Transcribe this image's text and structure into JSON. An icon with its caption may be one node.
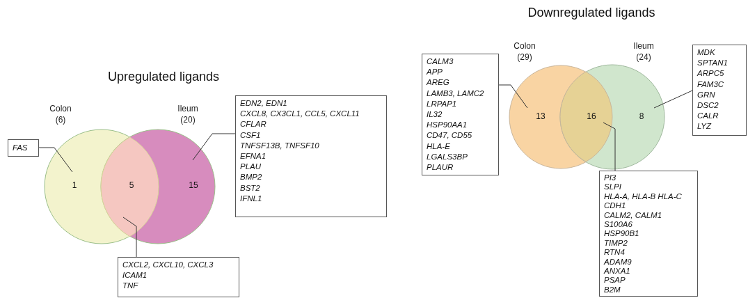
{
  "diagram": {
    "nodes": [
      {
        "text": [
          "FAS"
        ]
      },
      {
        "text": [
          "Colon (6)",
          "1"
        ]
      },
      {
        "text": [
          "5"
        ]
      },
      {
        "text": [
          "Ileum (20)",
          "15"
        ]
      },
      {
        "text": [
          "EDN2, EDN1",
          "CXCL8, CX3CL1, CCL5, CXCL11",
          "CFLAR",
          "CSF1",
          "TNFSF13B, TNFSF10",
          "EFNA1",
          "PLAU",
          "BMP2",
          "BST2",
          "IFNL1"
        ]
      },
      {
        "text": [
          "CXCL2, CXCL10, CXCL3",
          "ICAM1",
          "TNF"
        ]
      },
      {
        "text": [
          "CALM3",
          "APP",
          "AREG",
          "LAMB3, LAMC2",
          "LRPAP1",
          "IL32",
          "HSP90AA1",
          "CD47, CD55",
          "HLA-E",
          "LGALS3BP",
          "PLAUR"
        ]
      },
      {
        "text": [
          "Colon (29)",
          "13"
        ]
      },
      {
        "text": [
          "16"
        ]
      },
      {
        "text": [
          "Ileum (24)",
          "8"
        ]
      },
      {
        "text": [
          "MDK",
          "SPTAN1",
          "ARPC5",
          "FAM3C",
          "GRN",
          "DSC2",
          "CALR",
          "LYZ"
        ]
      },
      {
        "text": [
          "PI3",
          "SLPI",
          "HLA-A, HLA-B HLA-C",
          "CDH1",
          "CALM2, CALM1",
          "S100A6",
          "HSP90B1",
          "TIMP2",
          "RTN4",
          "ADAM9",
          "ANXA1",
          "PSAP",
          "B2M"
        ]
      }
    ],
    "edges": [
      {
        "from": 0,
        "to": 1,
        "arrow": "none"
      },
      {
        "from": 4,
        "to": 3,
        "arrow": "none"
      },
      {
        "from": 5,
        "to": 2,
        "arrow": "none"
      },
      {
        "from": 6,
        "to": 7,
        "arrow": "none"
      },
      {
        "from": 10,
        "to": 9,
        "arrow": "none"
      },
      {
        "from": 11,
        "to": 8,
        "arrow": "none"
      }
    ],
    "labels": [
      "Downregulated ligands",
      "Upregulated ligands"
    ]
  }
}
